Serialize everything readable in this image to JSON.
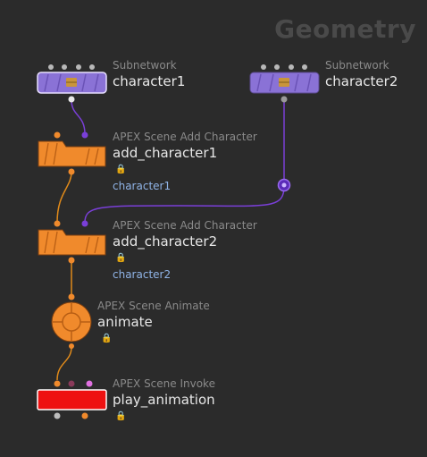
{
  "network": {
    "context_label": "Geometry"
  },
  "nodes": {
    "character1": {
      "type_label": "Subnetwork",
      "name": "character1"
    },
    "character2": {
      "type_label": "Subnetwork",
      "name": "character2"
    },
    "add_character1": {
      "type_label": "APEX Scene Add Character",
      "name": "add_character1",
      "param_label": "character1",
      "lock_glyph": "🔒"
    },
    "add_character2": {
      "type_label": "APEX Scene Add Character",
      "name": "add_character2",
      "param_label": "character2",
      "lock_glyph": "🔒"
    },
    "animate": {
      "type_label": "APEX Scene Animate",
      "name": "animate",
      "lock_glyph": "🔒"
    },
    "play_animation": {
      "type_label": "APEX Scene Invoke",
      "name": "play_animation",
      "lock_glyph": "🔒"
    }
  },
  "colors": {
    "background": "#2b2b2b",
    "subnet": "#8a72d6",
    "apex": "#f08a2c",
    "invoke": "#ee1111",
    "wire_orange": "#e08a1a",
    "wire_purple": "#7a3fd8"
  }
}
